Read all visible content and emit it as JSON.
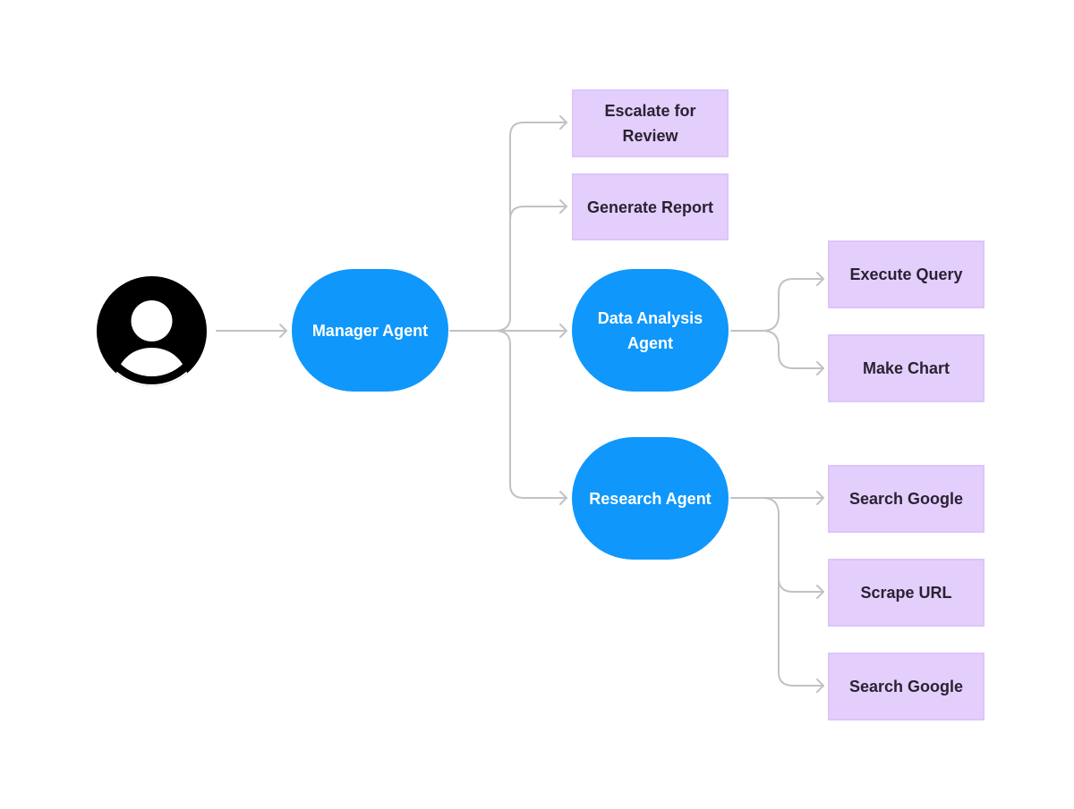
{
  "colors": {
    "agent_fill": "#0f97fb",
    "agent_text": "#ffffff",
    "tool_fill": "#e4cffc",
    "tool_text": "#2a2233",
    "connector": "#c2c2c2",
    "user_icon": "#000000"
  },
  "user": {
    "icon": "user-avatar-icon"
  },
  "agents": {
    "manager": "Manager Agent",
    "data_analysis": "Data Analysis Agent",
    "research": "Research Agent"
  },
  "tools": {
    "escalate": "Escalate for Review",
    "generate_report": "Generate Report",
    "execute_query": "Execute Query",
    "make_chart": "Make Chart",
    "search_google_1": "Search Google",
    "scrape_url": "Scrape URL",
    "search_google_2": "Search Google"
  }
}
